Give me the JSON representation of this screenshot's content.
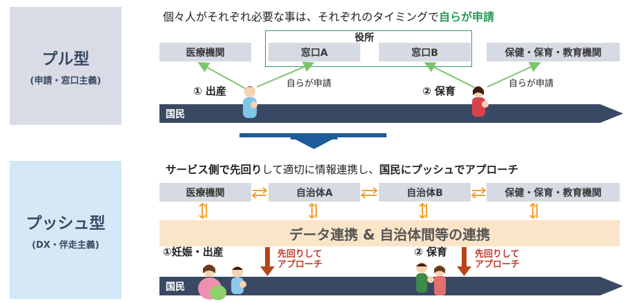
{
  "pull": {
    "title": "プル型",
    "subtitle": "(申請・窓口主義)",
    "headline_prefix": "個々人がそれぞれ必要な事は、それぞれのタイミングで",
    "headline_emphasis": "自らが申請",
    "office_label": "役所",
    "boxes": [
      "医療機関",
      "窓口A",
      "窓口B",
      "保健・保育・教育機関"
    ],
    "step1": "① 出産",
    "step2": "② 保育",
    "note1": "自らが申請",
    "note2": "自らが申請",
    "bar_label": "国民"
  },
  "push": {
    "title": "プッシュ型",
    "subtitle": "(DX・伴走主義)",
    "headline_part1": "サービス側で先回り",
    "headline_part2": "して適切に情報連携し、",
    "headline_part3": "国民にプッシュでアプローチ",
    "boxes": [
      "医療機関",
      "自治体A",
      "自治体B",
      "保健・保育・教育機関"
    ],
    "band": "データ連携 & 自治体間等の連携",
    "step1": "①妊娠・出産",
    "step2": "② 保育",
    "proactive_line1": "先回りして",
    "proactive_line2": "アプローチ",
    "bar_label": "国民"
  },
  "colors": {
    "navy": "#3a4963",
    "green": "#2a9a5a",
    "orange": "#f0a030",
    "dark_red": "#b5451b",
    "blue_arrow": "#1e5b9a"
  }
}
